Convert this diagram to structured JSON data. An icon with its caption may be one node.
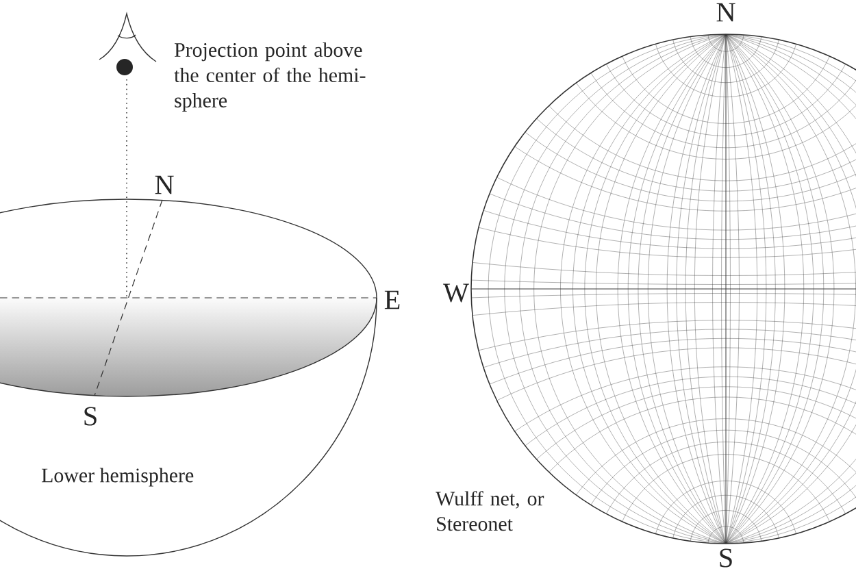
{
  "diagram": {
    "labels": [
      "N",
      "Projection point above the center of the hemi- sphere",
      "N",
      "E",
      "W",
      "S",
      "Lower hemisphere",
      "Wulff net, or Stereonet",
      "S"
    ]
  }
}
